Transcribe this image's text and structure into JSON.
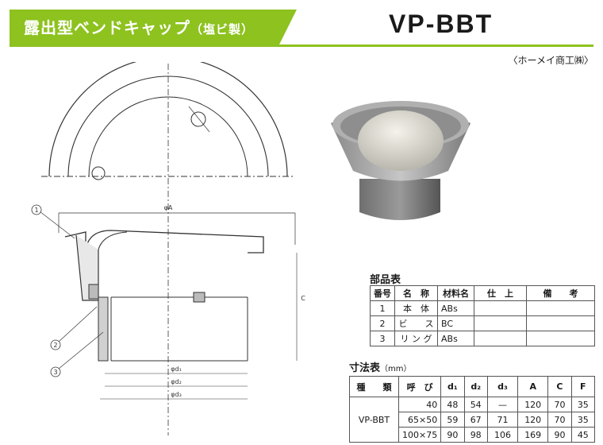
{
  "header": {
    "title": "露出型ベンドキャップ",
    "subtitle": "（塩ビ製）",
    "model": "VP-BBT",
    "maker": "〈ホーメイ商工㈱〉"
  },
  "drawing": {
    "callouts": [
      "1",
      "2",
      "3"
    ],
    "labels": {
      "A": "φA",
      "C": "C",
      "d1": "φd₁",
      "d2": "φd₂",
      "d3": "φd₃"
    }
  },
  "parts_table": {
    "title": "部品表",
    "headers": [
      "番号",
      "名　称",
      "材料名",
      "仕　上",
      "備　　考"
    ],
    "rows": [
      [
        "1",
        "本　体",
        "ABs",
        "",
        ""
      ],
      [
        "2",
        "ビ　　ス",
        "BC",
        "",
        ""
      ],
      [
        "3",
        "リ ン グ",
        "ABs",
        "",
        ""
      ]
    ]
  },
  "dims_table": {
    "title": "寸法表",
    "unit": "（mm）",
    "headers": [
      "種　　類",
      "呼　び",
      "d₁",
      "d₂",
      "d₃",
      "A",
      "C",
      "F"
    ],
    "model": "VP-BBT",
    "rows": [
      [
        "40",
        "48",
        "54",
        "—",
        "120",
        "70",
        "35"
      ],
      [
        "65×50",
        "59",
        "67",
        "71",
        "120",
        "70",
        "35"
      ],
      [
        "100×75",
        "90",
        "98",
        "106",
        "169",
        "90",
        "45"
      ]
    ]
  }
}
